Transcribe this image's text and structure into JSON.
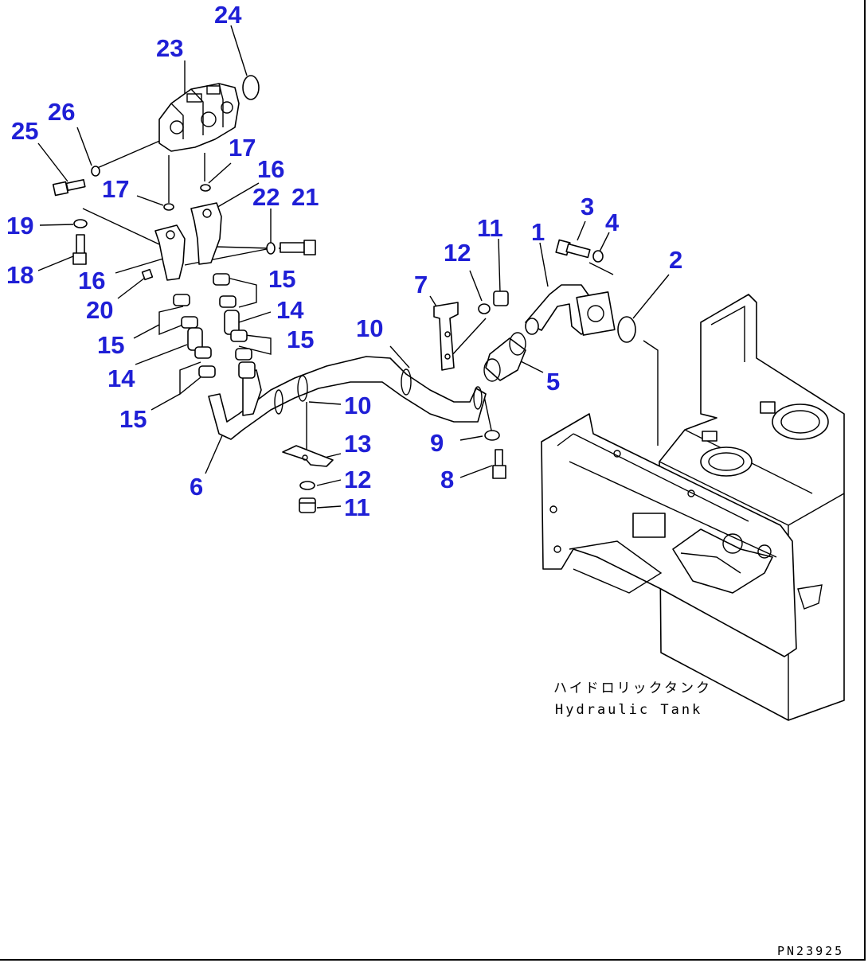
{
  "callouts": [
    {
      "id": "c24",
      "label": "24"
    },
    {
      "id": "c23",
      "label": "23"
    },
    {
      "id": "c26",
      "label": "26"
    },
    {
      "id": "c25",
      "label": "25"
    },
    {
      "id": "c17a",
      "label": "17"
    },
    {
      "id": "c17b",
      "label": "17"
    },
    {
      "id": "c16a",
      "label": "16"
    },
    {
      "id": "c22",
      "label": "22"
    },
    {
      "id": "c21",
      "label": "21"
    },
    {
      "id": "c19",
      "label": "19"
    },
    {
      "id": "c18",
      "label": "18"
    },
    {
      "id": "c16b",
      "label": "16"
    },
    {
      "id": "c20",
      "label": "20"
    },
    {
      "id": "c15a",
      "label": "15"
    },
    {
      "id": "c14a",
      "label": "14"
    },
    {
      "id": "c15b",
      "label": "15"
    },
    {
      "id": "c15c",
      "label": "15"
    },
    {
      "id": "c14b",
      "label": "14"
    },
    {
      "id": "c15d",
      "label": "15"
    },
    {
      "id": "c6",
      "label": "6"
    },
    {
      "id": "c10a",
      "label": "10"
    },
    {
      "id": "c10b",
      "label": "10"
    },
    {
      "id": "c13",
      "label": "13"
    },
    {
      "id": "c12a",
      "label": "12"
    },
    {
      "id": "c11a",
      "label": "11"
    },
    {
      "id": "c7",
      "label": "7"
    },
    {
      "id": "c12b",
      "label": "12"
    },
    {
      "id": "c11b",
      "label": "11"
    },
    {
      "id": "c1",
      "label": "1"
    },
    {
      "id": "c3",
      "label": "3"
    },
    {
      "id": "c4",
      "label": "4"
    },
    {
      "id": "c2",
      "label": "2"
    },
    {
      "id": "c5",
      "label": "5"
    },
    {
      "id": "c9",
      "label": "9"
    },
    {
      "id": "c8",
      "label": "8"
    }
  ],
  "tank_label_jp": "ハイドロリックタンク",
  "tank_label_en": "Hydraulic Tank",
  "part_number": "PN23925"
}
